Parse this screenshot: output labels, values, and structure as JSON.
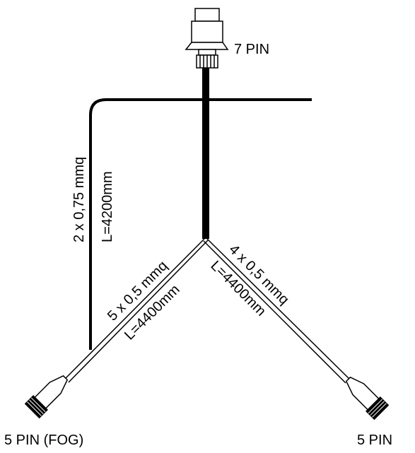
{
  "connectors": {
    "top": "7 PIN",
    "bottom_left": "5 PIN (FOG)",
    "bottom_right": "5 PIN"
  },
  "cables": {
    "side": {
      "section": "2 x 0,75 mmq",
      "length": "L=4200mm"
    },
    "left": {
      "section": "5 x 0,5 mmq",
      "length": "L=4400mm"
    },
    "right": {
      "section": "4 x 0,5 mmq",
      "length": "L=4400mm"
    }
  },
  "colors": {
    "line": "#000000",
    "background": "#ffffff"
  }
}
